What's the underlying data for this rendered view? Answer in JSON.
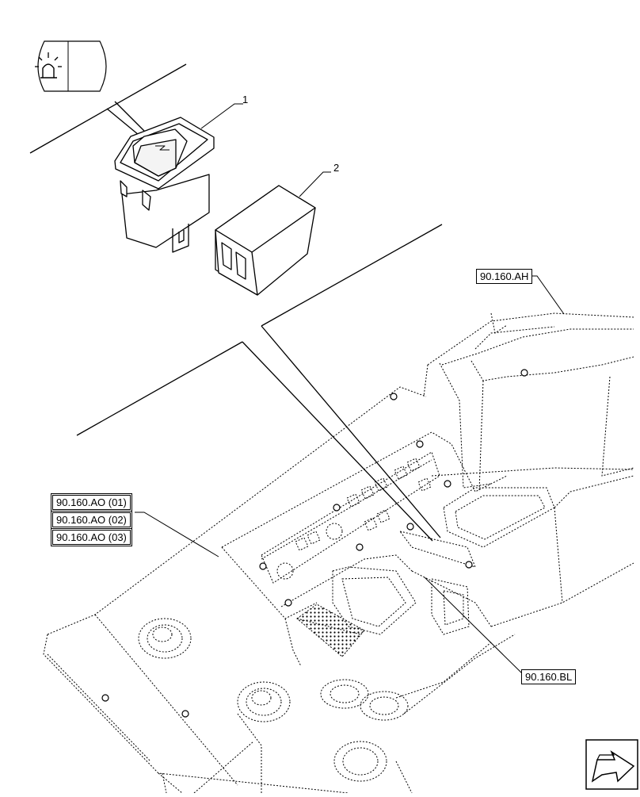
{
  "callouts": {
    "item_1": "1",
    "item_2": "2"
  },
  "references": {
    "ah": "90.160.AH",
    "ao_01": "90.160.AO (01)",
    "ao_02": "90.160.AO (02)",
    "ao_03": "90.160.AO (03)",
    "bl": "90.160.BL"
  },
  "icons": {
    "header": "beacon-light-icon",
    "navigation": "next-page-arrow-icon"
  }
}
